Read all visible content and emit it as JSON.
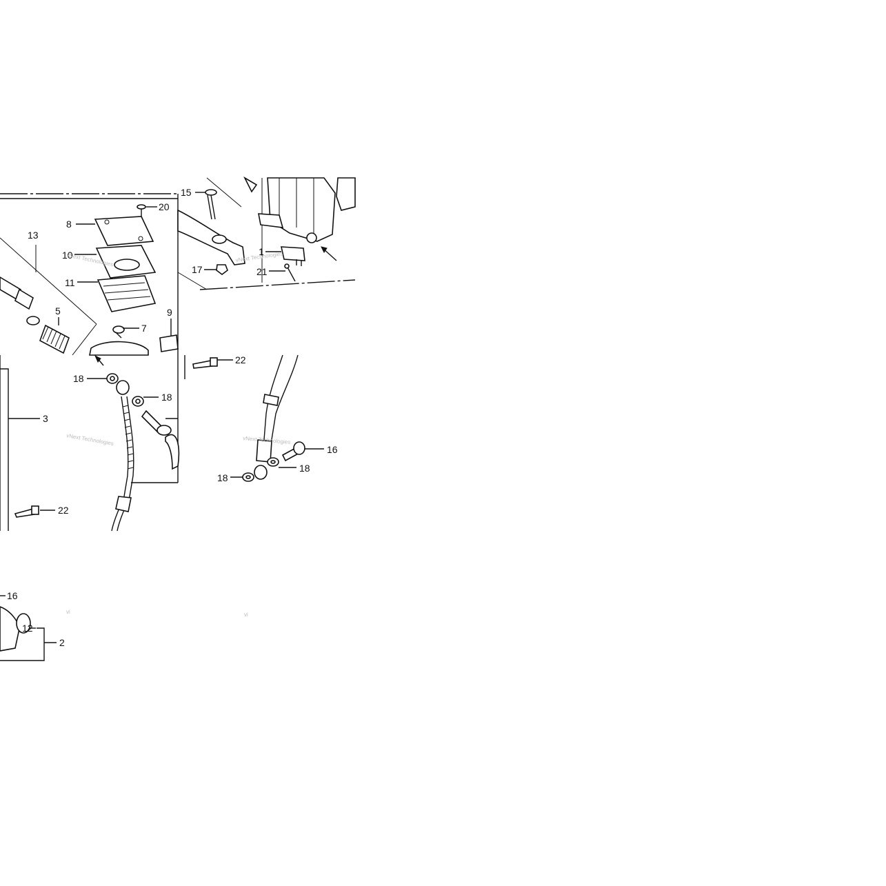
{
  "diagram": {
    "callouts": {
      "c20": "20",
      "c8": "8",
      "c13": "13",
      "c10": "10",
      "c11": "11",
      "c5": "5",
      "c7": "7",
      "c9": "9",
      "c15": "15",
      "c1": "1",
      "c17": "17",
      "c21": "21",
      "c22a": "22",
      "c18a": "18",
      "c18b": "18",
      "c3": "3",
      "c22b": "22",
      "c16a": "16",
      "c18c": "18",
      "c18d": "18",
      "c16b": "16",
      "c12": "12",
      "c2": "2"
    },
    "watermark": {
      "line1": "vNext Technologies",
      "line2": "vNext Technologies",
      "line3": "vNext Technologies",
      "line4": "vNext Technologies",
      "frag1": "vi",
      "frag2": "vi"
    }
  }
}
